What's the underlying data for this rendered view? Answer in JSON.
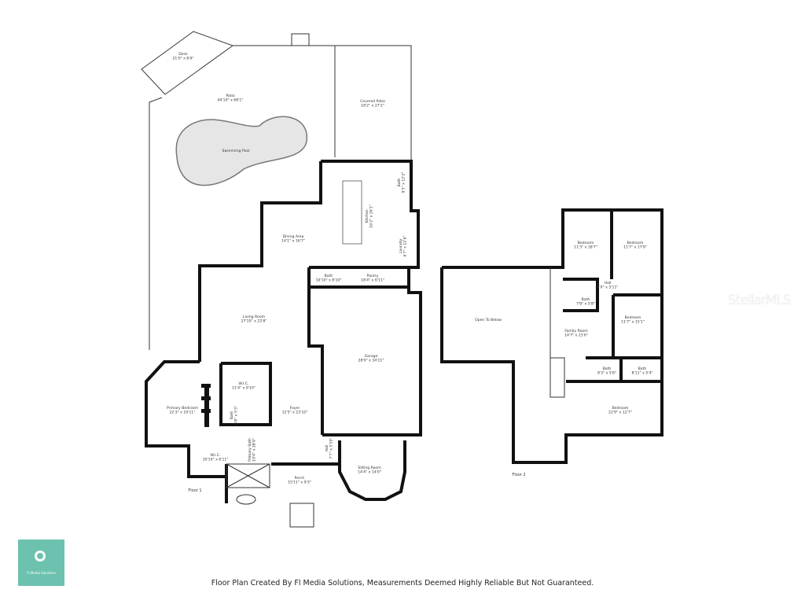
{
  "floor1": {
    "label": "Floor 1",
    "rooms": [
      {
        "name": "Deck",
        "size": "21'0\" x 8'9\""
      },
      {
        "name": "Patio",
        "size": "44'10\" x 68'1\""
      },
      {
        "name": "Swimming Pool",
        "size": ""
      },
      {
        "name": "Covered Patio",
        "size": "18'2\" x 27'2\""
      },
      {
        "name": "Bath",
        "size": "9'3\" x 12'2\""
      },
      {
        "name": "Kitchen",
        "size": "16'2\" x 26'1\""
      },
      {
        "name": "Dining Area",
        "size": "14'1\" x 16'7\""
      },
      {
        "name": "Laundry",
        "size": "6'7\" x 12'6\""
      },
      {
        "name": "Bath",
        "size": "10'10\" x 8'10\""
      },
      {
        "name": "Pantry",
        "size": "18'4\" x 6'11\""
      },
      {
        "name": "Living Room",
        "size": "27'10\" x 22'8\""
      },
      {
        "name": "Garage",
        "size": "28'0\" x 34'11\""
      },
      {
        "name": "W.I.C.",
        "size": "11'4\" x 9'10\""
      },
      {
        "name": "Primary Bedroom",
        "size": "22'3\" x 19'11\""
      },
      {
        "name": "Bath",
        "size": "6'8\" x 5'3\""
      },
      {
        "name": "Foyer",
        "size": "12'5\" x 23'10\""
      },
      {
        "name": "Primary Bath",
        "size": "10'4\" x 28'9\""
      },
      {
        "name": "W.I.C.",
        "size": "10'10\" x 6'11\""
      },
      {
        "name": "Hall",
        "size": "7'7\" x 5'10\""
      },
      {
        "name": "Sitting Room",
        "size": "14'4\" x 14'0\""
      },
      {
        "name": "Porch",
        "size": "15'11\" x 9'3\""
      }
    ]
  },
  "floor2": {
    "label": "Floor 2",
    "rooms": [
      {
        "name": "Open To Below",
        "size": ""
      },
      {
        "name": "Bedroom",
        "size": "11'3\" x 18'7\""
      },
      {
        "name": "Bedroom",
        "size": "11'7\" x 17'9\""
      },
      {
        "name": "Hall",
        "size": "9'0\" x 5'11\""
      },
      {
        "name": "Bath",
        "size": "7'8\" x 5'8\""
      },
      {
        "name": "Family Room",
        "size": "14'7\" x 21'6\""
      },
      {
        "name": "Bedroom",
        "size": "11'7\" x 15'1\""
      },
      {
        "name": "Bath",
        "size": "8'3\" x 5'6\""
      },
      {
        "name": "Bath",
        "size": "8'11\" x 5'4\""
      },
      {
        "name": "Bedroom",
        "size": "22'9\" x 12'7\""
      }
    ]
  },
  "logo_text": "Fl Media Solutions",
  "footer": "Floor Plan Created By Fl Media Solutions, Measurements Deemed Highly Reliable But Not Guaranteed.",
  "watermark": "StellarMLS",
  "colors": {
    "logo": "#6cc2ae",
    "pool": "#e6e6e6",
    "wall": "#111111"
  }
}
